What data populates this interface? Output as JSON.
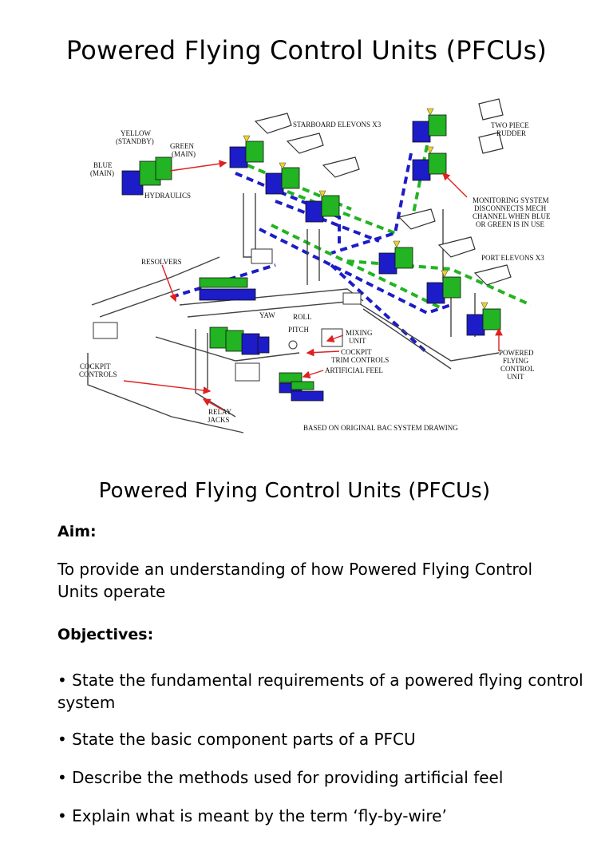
{
  "page": {
    "title": "Powered Flying Control Units (PFCUs)",
    "section_title": "Powered Flying Control Units (PFCUs)"
  },
  "diagram": {
    "labels": {
      "yellow_standby": [
        "YELLOW",
        "(STANDBY)"
      ],
      "green_main": [
        "GREEN",
        "(MAIN)"
      ],
      "blue_main": [
        "BLUE",
        "(MAIN)"
      ],
      "hydraulics": "HYDRAULICS",
      "starboard_elevons": "STARBOARD ELEVONS X3",
      "two_piece_rudder": [
        "TWO PIECE",
        "RUDDER"
      ],
      "monitoring_system": [
        "MONITORING SYSTEM",
        "DISCONNECTS MECH",
        "CHANNEL WHEN BLUE",
        "OR GREEN IS IN USE"
      ],
      "port_elevons": "PORT ELEVONS X3",
      "resolvers": "RESOLVERS",
      "yaw": "YAW",
      "roll": "ROLL",
      "pitch": "PITCH",
      "mixing_unit": [
        "MIXING",
        "UNIT"
      ],
      "cockpit_trim_controls": [
        "COCKPIT",
        "TRIM CONTROLS"
      ],
      "artificial_feel": "ARTIFICIAL FEEL",
      "cockpit_controls": [
        "COCKPIT",
        "CONTROLS"
      ],
      "relay_jacks": [
        "RELAY",
        "JACKS"
      ],
      "powered_flying_control_unit": [
        "POWERED",
        "FLYING",
        "CONTROL",
        "UNIT"
      ],
      "based_on": "BASED ON ORIGINAL BAC SYSTEM DRAWING"
    },
    "colors": {
      "blue": "#1c1cc8",
      "green": "#22b422",
      "yellow": "#f2d21e",
      "red": "#e02020",
      "line": "#333333"
    }
  },
  "aim": {
    "heading": "Aim:",
    "text": "To provide an understanding of how Powered Flying Control Units operate"
  },
  "objectives": {
    "heading": "Objectives:",
    "items": [
      "• State the fundamental requirements of a powered flying control system",
      "• State the basic component parts of a PFCU",
      "• Describe the methods used for providing artificial feel",
      "• Explain what is meant by the term ‘fly-by-wire’"
    ]
  }
}
